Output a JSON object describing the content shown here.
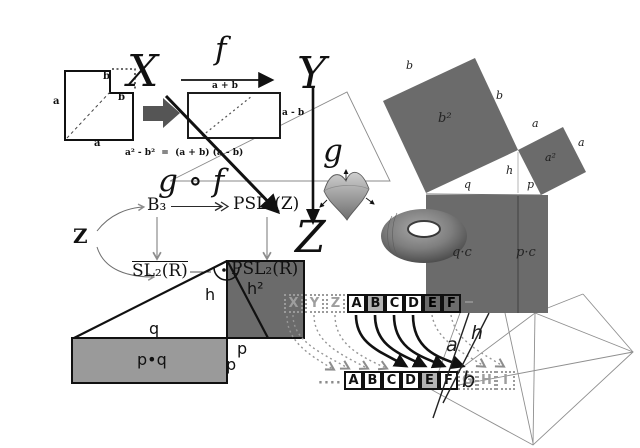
{
  "colors": {
    "dark_gray": "#6b6b6b",
    "mid_gray": "#9a9a9a",
    "light_gray": "#b3b3b3",
    "block_arrow_gray": "#555555",
    "wire_gray": "#999999",
    "ink": "#111111"
  },
  "dissection": {
    "domain": "X",
    "codomain": "Y",
    "map_label": "f",
    "map_sublabel": "a + b",
    "square_side_left": "a",
    "square_side_bottom": "a",
    "notch_top": "b",
    "notch_side": "b",
    "rect_side": "a - b",
    "identity": "a² - b²  =  (a + b) (a - b)"
  },
  "composition": {
    "g": "g",
    "gof": "g ∘ f",
    "target": "Z"
  },
  "groups": {
    "source": "Z",
    "braid": "B₃",
    "psl2z": "PSL₂(Z)",
    "sl2r": "SL₂(R)",
    "psl2r": "PSL₂(R)"
  },
  "altitude_figure": {
    "h": "h",
    "q": "q",
    "p_bottom": "p",
    "p_right": "p",
    "h_squared": "h²",
    "rect_area": "p•q"
  },
  "pythagoras": {
    "b_top": "b",
    "b_right": "b",
    "b_squared": "b²",
    "a_top": "a",
    "a_right": "a",
    "a_squared": "a²",
    "h": "h",
    "q": "q",
    "p": "p",
    "q_times_c": "q·c",
    "p_times_c": "p·c"
  },
  "sequence": {
    "top_row": [
      {
        "label": "X"
      },
      {
        "label": "Y"
      },
      {
        "label": "Z"
      },
      {
        "label": "A"
      },
      {
        "label": "B"
      },
      {
        "label": "C"
      },
      {
        "label": "D"
      },
      {
        "label": "E"
      },
      {
        "label": "F"
      }
    ],
    "bottom_prefix": "····",
    "bottom_row": [
      {
        "label": "A"
      },
      {
        "label": "B"
      },
      {
        "label": "C"
      },
      {
        "label": "D"
      },
      {
        "label": "E"
      },
      {
        "label": "F"
      },
      {
        "label": "G"
      },
      {
        "label": "H"
      },
      {
        "label": "I"
      }
    ],
    "edge_labels": {
      "a": "a",
      "h": "h",
      "b": "b"
    }
  }
}
